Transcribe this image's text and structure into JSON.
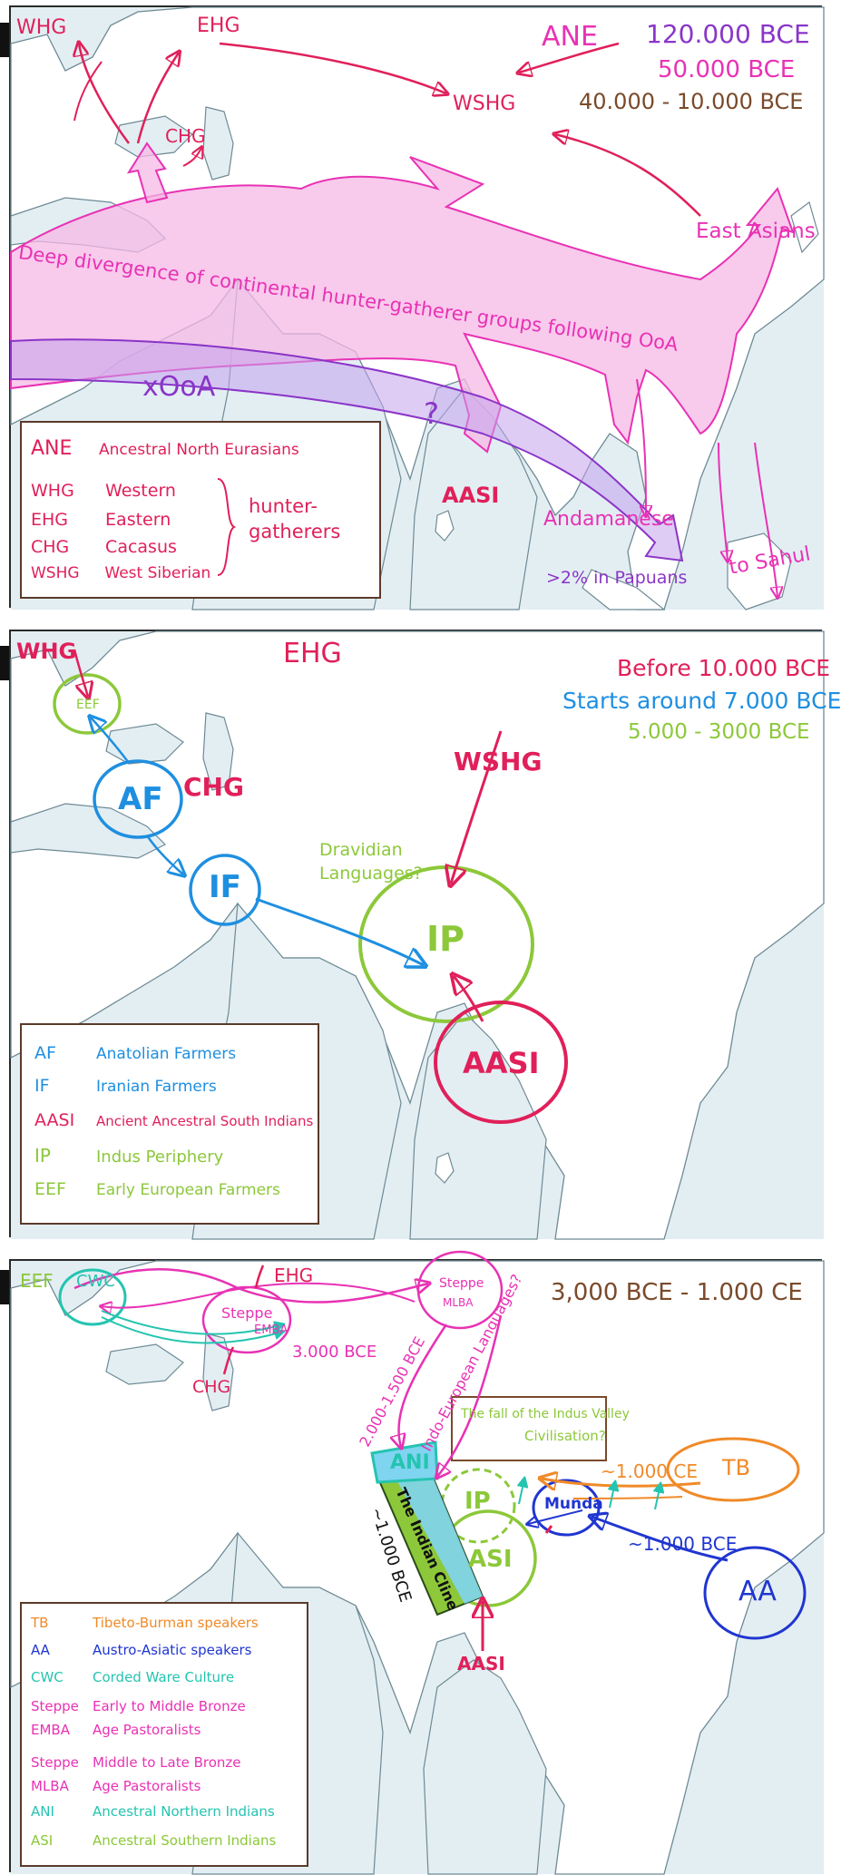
{
  "colors": {
    "land": "#ffffff",
    "sea": "#e3eef3",
    "coast": "#6e8a94",
    "crimson": "#e0205a",
    "magenta": "#e832b4",
    "purple": "#8a35c8",
    "pink_band": "#f6b8e6",
    "blue": "#1e8fe0",
    "green": "#8cc83a",
    "teal": "#25c4b0",
    "orange": "#f08a28",
    "navy": "#2036d0",
    "brown": "#7a4a2a"
  },
  "panel1": {
    "labels": {
      "whg": "WHG",
      "ehg": "EHG",
      "chg": "CHG",
      "wshg": "WSHG",
      "ane": "ANE",
      "date1": "120.000 BCE",
      "date2": "50.000 BCE",
      "date3": "40.000 - 10.000 BCE",
      "east_asians": "East Asians",
      "band_text": "Deep divergence of continental hunter-gatherer groups following OoA",
      "xooa": "xOoA",
      "question": "?",
      "aasi": "AASI",
      "andamanese": "Andamanese",
      "to_sahul": "to Sahul",
      "papuans": ">2% in Papuans"
    },
    "legend": {
      "ane_abbr": "ANE",
      "ane_text": "Ancestral North Eurasians",
      "whg_abbr": "WHG",
      "whg_text": "Western",
      "ehg_abbr": "EHG",
      "ehg_text": "Eastern",
      "chg_abbr": "CHG",
      "chg_text": "Cacasus",
      "wshg_abbr": "WSHG",
      "wshg_text": "West Siberian",
      "group_text1": "hunter-",
      "group_text2": "gatherers"
    }
  },
  "panel2": {
    "labels": {
      "whg": "WHG",
      "ehg": "EHG",
      "eef": "EEF",
      "af": "AF",
      "chg": "CHG",
      "if": "IF",
      "wshg": "WSHG",
      "ip": "IP",
      "aasi": "AASI",
      "dravidian1": "Dravidian",
      "dravidian2": "Languages?",
      "date1": "Before 10.000 BCE",
      "date2": "Starts around 7.000 BCE",
      "date3": "5.000 - 3000 BCE"
    },
    "legend": [
      {
        "abbr": "AF",
        "text": "Anatolian Farmers",
        "color": "blue"
      },
      {
        "abbr": "IF",
        "text": "Iranian Farmers",
        "color": "blue"
      },
      {
        "abbr": "AASI",
        "text": "Ancient Ancestral South Indians",
        "color": "crimson"
      },
      {
        "abbr": "IP",
        "text": "Indus Periphery",
        "color": "green"
      },
      {
        "abbr": "EEF",
        "text": "Early European Farmers",
        "color": "green"
      }
    ]
  },
  "panel3": {
    "labels": {
      "eef": "EEF",
      "cwc": "CWC",
      "ehg": "EHG",
      "steppe1": "Steppe",
      "emba": "EMBA",
      "steppe2": "Steppe",
      "mlba": "MLBA",
      "chg": "CHG",
      "date_3000": "3.000 BCE",
      "title_date": "3,000 BCE - 1.000 CE",
      "mig1": "2.000-1.500 BCE",
      "mig2": "Indo-European Languages?",
      "indus1": "The fall of the Indus Valley",
      "indus2": "Civilisation?",
      "ani": "ANI",
      "ip": "IP",
      "asi": "ASI",
      "aasi": "AASI",
      "cline": "The Indian Cline",
      "cline_date": "~1.000 BCE",
      "munda": "Munda",
      "tb": "TB",
      "tb_date": "~1.000 CE",
      "aa": "AA",
      "aa_date": "~1.000 BCE"
    },
    "legend": [
      {
        "abbr": "TB",
        "text": "Tibeto-Burman speakers",
        "color": "orange"
      },
      {
        "abbr": "AA",
        "text": "Austro-Asiatic speakers",
        "color": "navy"
      },
      {
        "abbr": "CWC",
        "text": "Corded Ware Culture",
        "color": "teal"
      },
      {
        "abbr": "Steppe",
        "text": "Early to Middle Bronze",
        "color": "magenta"
      },
      {
        "abbr": "EMBA",
        "text": "Age Pastoralists",
        "color": "magenta"
      },
      {
        "abbr": "Steppe",
        "text": "Middle to Late Bronze",
        "color": "magenta"
      },
      {
        "abbr": "MLBA",
        "text": "Age Pastoralists",
        "color": "magenta"
      },
      {
        "abbr": "ANI",
        "text": "Ancestral Northern Indians",
        "color": "teal"
      },
      {
        "abbr": "ASI",
        "text": "Ancestral Southern Indians",
        "color": "green"
      }
    ]
  }
}
